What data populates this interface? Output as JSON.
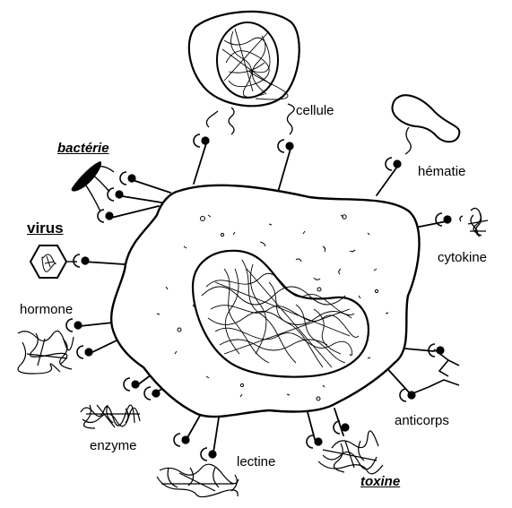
{
  "labels": {
    "cellule": "cellule",
    "bacterie": "bactérie",
    "hematie": "hématie",
    "virus": "virus",
    "cytokine": "cytokine",
    "hormone": "hormone",
    "anticorps": "anticorps",
    "enzyme": "enzyme",
    "lectine": "lectine",
    "toxine": "toxine"
  }
}
